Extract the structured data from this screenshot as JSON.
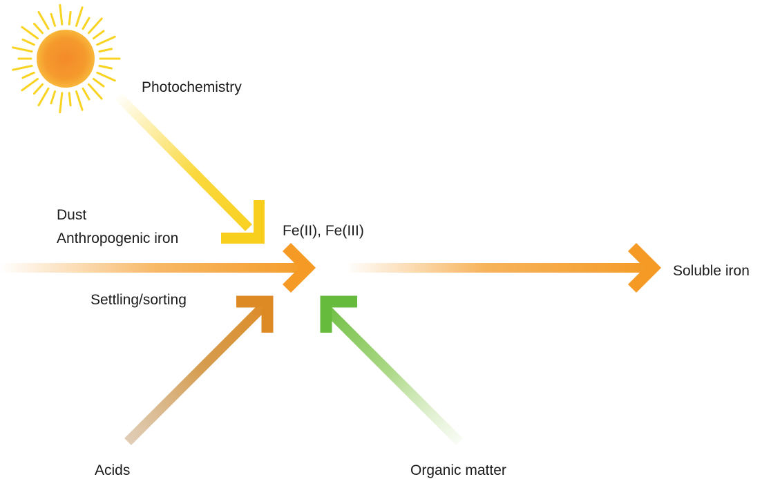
{
  "labels": {
    "photochemistry": "Photochemistry",
    "dust": "Dust",
    "anthropogenic_iron": "Anthropogenic iron",
    "iron_species": "Fe(II), Fe(III)",
    "soluble_iron": "Soluble iron",
    "settling_sorting": "Settling/sorting",
    "acids": "Acids",
    "organic_matter": "Organic matter"
  },
  "icons": {
    "sun": "sun-icon"
  },
  "colors": {
    "photochemistry_arrow": "#f9d21c",
    "dust_arrow": "#f49a25",
    "output_arrow": "#f49a25",
    "acids_arrow": "#d58a2a",
    "organic_arrow": "#6dbf3f",
    "sun_core": "#f4922a",
    "sun_rays": "#f8d321"
  }
}
